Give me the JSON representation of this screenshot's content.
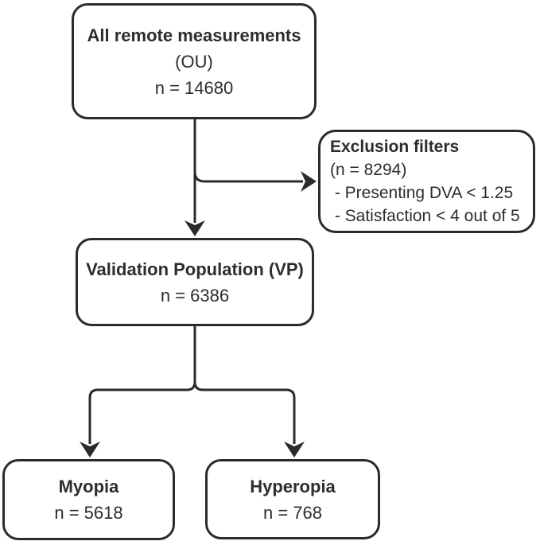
{
  "diagram": {
    "colors": {
      "stroke": "#2b2b2b",
      "text": "#2d2d2d",
      "node_fill": "#ffffff",
      "background": "#ffffff"
    },
    "nodes": {
      "all_remote": {
        "title": "All remote measurements",
        "title_suffix": " (OU)",
        "count": "n = 14680"
      },
      "exclusion": {
        "title": "Exclusion filters",
        "lines": [
          "(n = 8294)",
          " - Presenting DVA < 1.25",
          " - Satisfaction < 4 out of 5"
        ]
      },
      "validation": {
        "title": "Validation Population (VP)",
        "count": "n = 6386"
      },
      "myopia": {
        "title": "Myopia",
        "count": "n = 5618"
      },
      "hyperopia": {
        "title": "Hyperopia",
        "count": "n = 768"
      }
    }
  }
}
